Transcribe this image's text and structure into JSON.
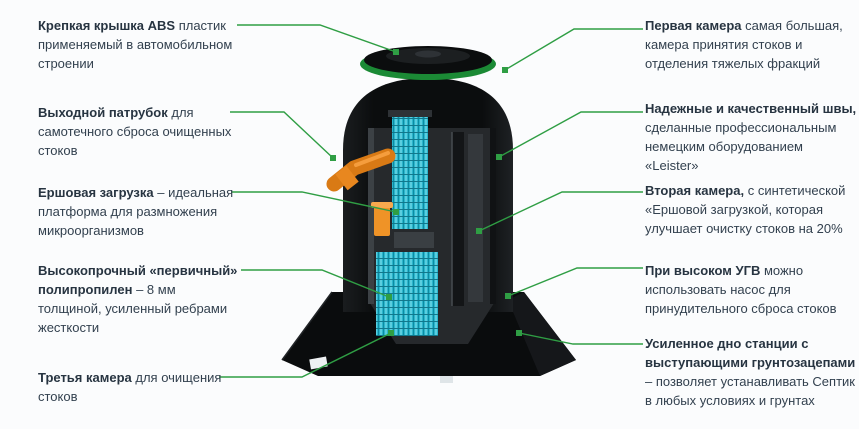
{
  "diagram": {
    "kind": "septic-tank-cutaway-infographic",
    "colors": {
      "background": "#fbfcfd",
      "accent_green": "#2f9e44",
      "tank_black": "#0b0d0e",
      "lid_ring_green": "#1b8a35",
      "pipe_orange": "#e8871f",
      "media_cyan": "#2ab5cc",
      "text": "#33414f"
    }
  },
  "labels": {
    "left": [
      {
        "bold": "Крепкая крышка ABS",
        "rest": " пластик применяемый в автомобильном строении"
      },
      {
        "bold": "Выходной патрубок",
        "rest": " для самотечного сброса очищенных стоков"
      },
      {
        "bold": "Ершовая загрузка",
        "rest": " – идеальная платформа для размножения микроорганизмов"
      },
      {
        "bold": "Высокопрочный «первичный» полипропилен",
        "rest": " – 8 мм толщиной, усиленный ребрами жесткости"
      },
      {
        "bold": "Третья камера",
        "rest": " для очищения стоков"
      }
    ],
    "right": [
      {
        "bold": "Первая камера",
        "rest": " самая большая, камера принятия стоков и отделения тяжелых фракций"
      },
      {
        "bold": "Надежные и качественный швы,",
        "rest": " сделанные профессиональным немецким оборудованием «Leister»"
      },
      {
        "bold": "Вторая камера,",
        "rest": " с синтетической «Ершовой загрузкой, которая улучшает очистку стоков на 20%"
      },
      {
        "bold": "При высоком УГВ",
        "rest": " можно использовать насос для принудительного сброса стоков"
      },
      {
        "bold": "Усиленное дно станции с выступающими грунтозацепами",
        "rest": " – позволяет устанавливать Септик в любых условиях и грунтах"
      }
    ]
  }
}
